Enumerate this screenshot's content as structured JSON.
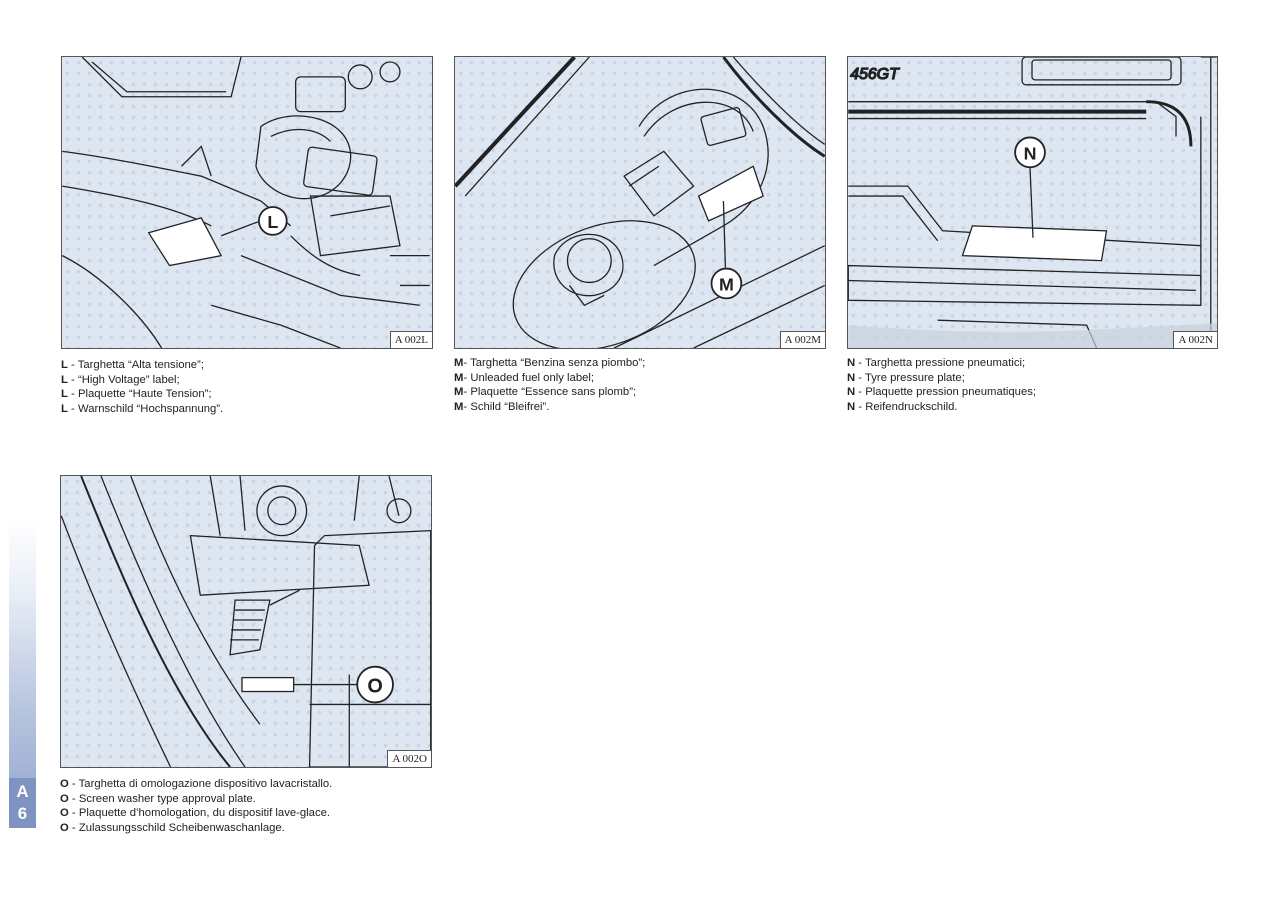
{
  "page": {
    "section_letter": "A",
    "page_number": "6"
  },
  "figures": [
    {
      "code": "A 002L",
      "callout": "L",
      "captions": [
        {
          "letter": "L",
          "text": " - Targhetta “Alta tensione”;"
        },
        {
          "letter": "L",
          "text": " - “High Voltage” label;"
        },
        {
          "letter": "L",
          "text": " - Plaquette “Haute Tension”;"
        },
        {
          "letter": "L",
          "text": " - Warnschild “Hochspannung”."
        }
      ]
    },
    {
      "code": "A 002M",
      "callout": "M",
      "captions": [
        {
          "letter": "M",
          "text": "- Targhetta “Benzina senza piombo”;"
        },
        {
          "letter": "M",
          "text": "- Unleaded fuel only label;"
        },
        {
          "letter": "M",
          "text": "- Plaquette “Essence sans plomb”;"
        },
        {
          "letter": "M",
          "text": "- Schild “Bleifrei”."
        }
      ]
    },
    {
      "code": "A 002N",
      "callout": "N",
      "dashboard_text": "456GT",
      "captions": [
        {
          "letter": "N",
          "text": " - Targhetta pressione pneumatici;"
        },
        {
          "letter": "N",
          "text": " - Tyre pressure plate;"
        },
        {
          "letter": "N",
          "text": " - Plaquette pression pneumatiques;"
        },
        {
          "letter": "N",
          "text": " - Reifendruckschild."
        }
      ]
    },
    {
      "code": "A 002O",
      "callout": "O",
      "captions": [
        {
          "letter": "O",
          "text": " - Targhetta di omologazione dispositivo lavacristallo."
        },
        {
          "letter": "O",
          "text": " - Screen washer type approval plate."
        },
        {
          "letter": "O",
          "text": " - Plaquette d’homologation, du dispositif lave-glace."
        },
        {
          "letter": "O",
          "text": " - Zulassungsschild Scheibenwaschanlage."
        }
      ]
    }
  ]
}
